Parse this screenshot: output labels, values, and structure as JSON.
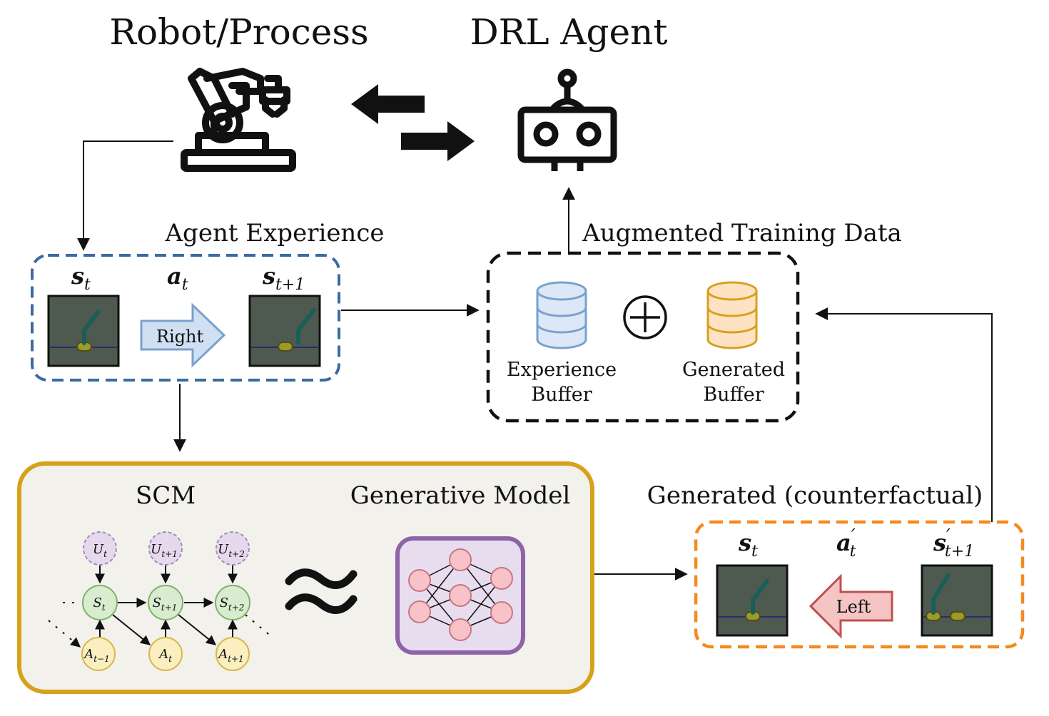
{
  "titles": {
    "robot_process": "Robot/Process",
    "drl_agent": "DRL Agent"
  },
  "sections": {
    "agent_experience": "Agent Experience",
    "augmented_training_data": "Augmented Training Data",
    "generated_counterfactual": "Generated (counterfactual)"
  },
  "experience": {
    "state_label": "s",
    "state_sub": "t",
    "action_label": "a",
    "action_sub": "t",
    "next_state_label": "s",
    "next_state_sub": "t+1",
    "action_text": "Right"
  },
  "buffers": {
    "experience_line1": "Experience",
    "experience_line2": "Buffer",
    "generated_line1": "Generated",
    "generated_line2": "Buffer",
    "plus": "+"
  },
  "model": {
    "scm_title": "SCM",
    "generative_title": "Generative Model",
    "approx": "≈",
    "nodes": {
      "u_t": "U",
      "u_t_sub": "t",
      "u_t1": "U",
      "u_t1_sub": "t+1",
      "u_t2": "U",
      "u_t2_sub": "t+2",
      "s_t": "S",
      "s_t_sub": "t",
      "s_t1": "S",
      "s_t1_sub": "t+1",
      "s_t2": "S",
      "s_t2_sub": "t+2",
      "a_tm1": "A",
      "a_tm1_sub": "t−1",
      "a_t": "A",
      "a_t_sub": "t",
      "a_t1": "A",
      "a_t1_sub": "t+1"
    }
  },
  "counterfactual": {
    "state_label": "s",
    "state_sub": "t",
    "action_label": "a",
    "action_prime": "′",
    "action_sub": "t",
    "next_state_label": "s",
    "next_state_prime": "′",
    "next_state_sub": "t+1",
    "action_text": "Left"
  },
  "colors": {
    "experience_box": "#3b6aa0",
    "augmented_box": "#111111",
    "model_box_fill": "#f3f1ec",
    "model_box_stroke": "#d6a21c",
    "counterfactual_box": "#f58a1f",
    "right_arrow_fill": "#cfe0f3",
    "right_arrow_stroke": "#7ba1cc",
    "left_arrow_fill": "#f5c5c5",
    "left_arrow_stroke": "#c0504d",
    "exp_buffer_fill": "#dce8f7",
    "exp_buffer_stroke": "#7ba1cc",
    "gen_buffer_fill": "#fde3c3",
    "gen_buffer_stroke": "#d8a01f",
    "u_node": "#e6d9ee",
    "s_node": "#d9ecd0",
    "a_node": "#fbeec0",
    "nn_box_fill": "#e7ddee",
    "nn_box_stroke": "#8e63a8",
    "nn_neuron": "#f7c2c8",
    "env_bg": "#4e5a50"
  }
}
